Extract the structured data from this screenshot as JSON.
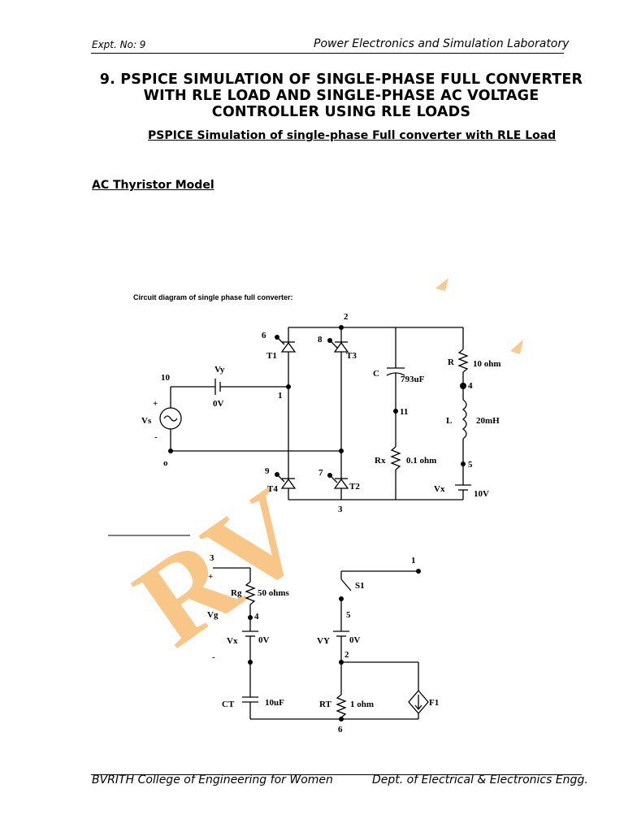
{
  "header": {
    "expt": "Expt. No: 9",
    "lab": "Power Electronics and Simulation Laboratory"
  },
  "title_lines": [
    "9. PSPICE SIMULATION OF SINGLE-PHASE FULL CONVERTER",
    "WITH RLE LOAD AND SINGLE-PHASE AC VOLTAGE",
    "CONTROLLER USING RLE LOADS"
  ],
  "subtitle": "PSPICE Simulation of single-phase Full converter with RLE Load",
  "section": "AC Thyristor Model",
  "figure": {
    "caption": "Circuit diagram of single phase full converter:",
    "watermark": "RV",
    "circuit1": {
      "nodes": {
        "n2": "2",
        "n6": "6",
        "n8": "8",
        "n10": "10",
        "n1": "1",
        "n0": "o",
        "n9": "9",
        "n7": "7",
        "n11": "11",
        "n4": "4",
        "n5": "5",
        "n3": "3"
      },
      "labels": {
        "T1": "T1",
        "T3": "T3",
        "T4": "T4",
        "T2": "T2",
        "Vy": "Vy",
        "Vy_val": "0V",
        "Vs": "Vs",
        "plus": "+",
        "minus": "-",
        "C": "C",
        "C_val": "793uF",
        "Rx": "Rx",
        "Rx_val": "0.1 ohm",
        "R": "R",
        "R_val": "10 ohm",
        "L": "L",
        "L_val": "20mH",
        "Vx": "Vx",
        "Vx_val": "10V"
      }
    },
    "circuit2": {
      "nodes": {
        "n3": "3",
        "n4": "4",
        "n1": "1",
        "n5": "5",
        "n2": "2",
        "n6": "6"
      },
      "labels": {
        "plus": "+",
        "minus": "-",
        "Rg": "Rg",
        "Rg_val": "50 ohms",
        "Vg": "Vg",
        "Vx": "Vx",
        "Vx_val": "0V",
        "S1": "S1",
        "VY": "VY",
        "VY_val": "0V",
        "CT": "CT",
        "CT_val": "10uF",
        "RT": "RT",
        "RT_val": "1 ohm",
        "F1": "F1"
      }
    }
  },
  "footer": {
    "college": "BVRITH College of Engineering for Women",
    "dept": "Dept. of Electrical & Electronics Engg."
  }
}
